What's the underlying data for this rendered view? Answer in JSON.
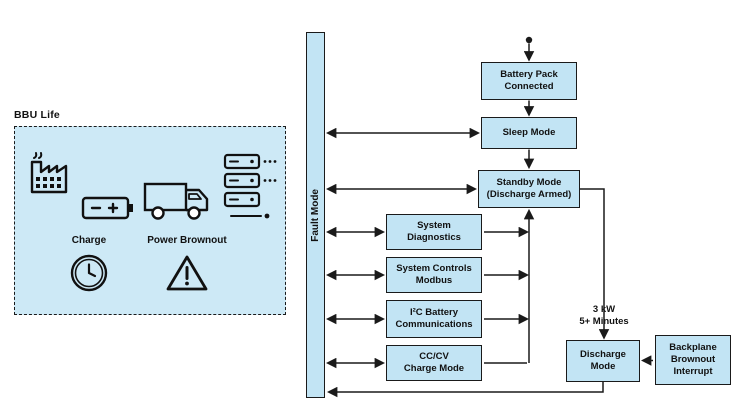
{
  "colors": {
    "node_fill": "#c2e4f4",
    "panel_fill": "#cde9f6",
    "line": "#1a1a1a"
  },
  "bbu_panel": {
    "title": "BBU Life",
    "charge_label": "Charge",
    "power_brownout_label": "Power Brownout"
  },
  "fault_bar": {
    "label": "Fault Mode"
  },
  "nodes": {
    "battery_pack": "Battery Pack\nConnected",
    "sleep": "Sleep Mode",
    "standby": "Standby Mode\n(Discharge Armed)",
    "diagnostics": "System\nDiagnostics",
    "controls": "System Controls\nModbus",
    "i2c": "I²C Battery\nCommunications",
    "cccv": "CC/CV\nCharge Mode",
    "discharge": "Discharge\nMode",
    "backplane": "Backplane\nBrownout\nInterrupt"
  },
  "annotations": {
    "discharge_rating": "3 kW\n5+ Minutes"
  }
}
